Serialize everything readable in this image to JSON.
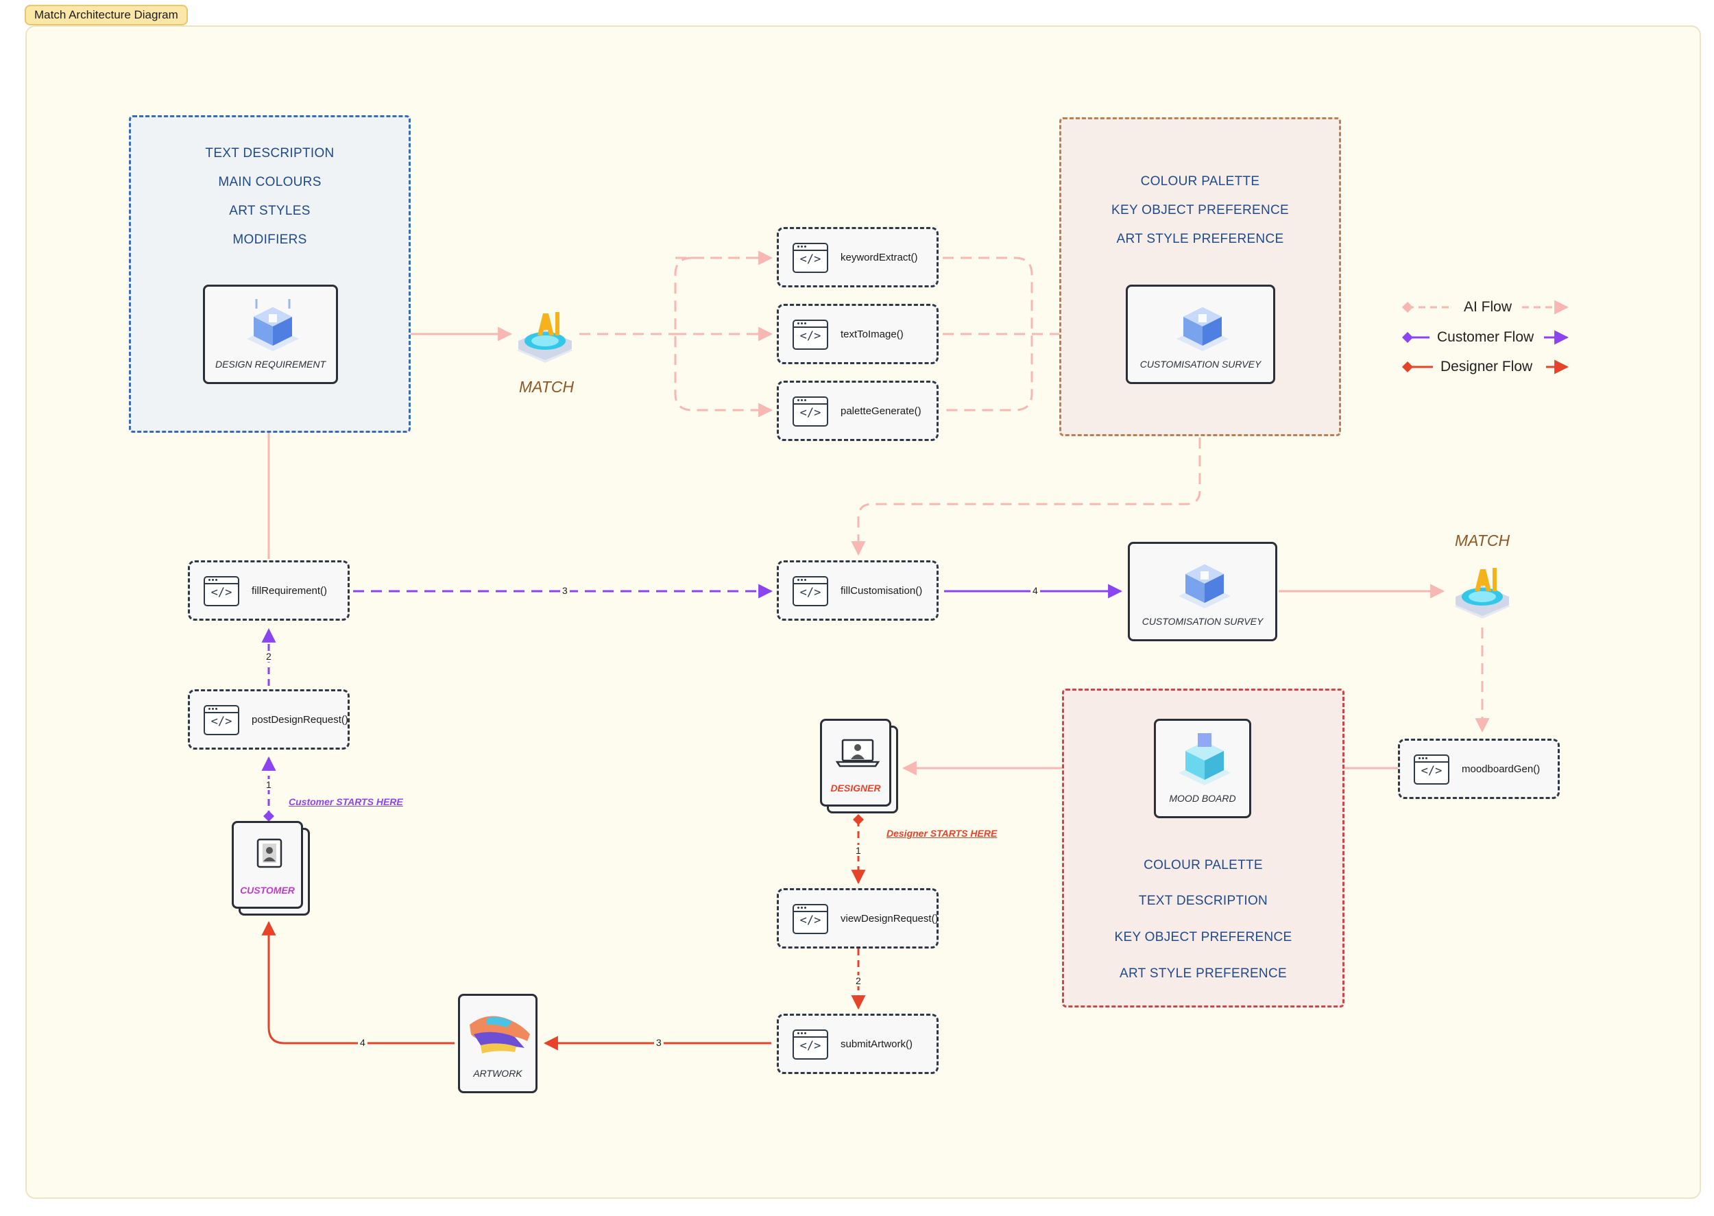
{
  "frame_title": "Match Architecture Diagram",
  "colors": {
    "ai": "#f7b7b2",
    "customer": "#8b45f0",
    "designer": "#e6432b",
    "group_blue": "#3a6cb6",
    "group_brown": "#b98054",
    "group_red": "#c64a4a"
  },
  "design_group": {
    "items": [
      "TEXT DESCRIPTION",
      "MAIN COLOURS",
      "ART STYLES",
      "MODIFIERS"
    ]
  },
  "survey_group": {
    "items": [
      "COLOUR PALETTE",
      "KEY OBJECT PREFERENCE",
      "ART STYLE PREFERENCE"
    ]
  },
  "mood_group": {
    "items": [
      "COLOUR PALETTE",
      "TEXT DESCRIPTION",
      "KEY OBJECT PREFERENCE",
      "ART STYLE PREFERENCE"
    ]
  },
  "cards": {
    "design_requirement": "DESIGN REQUIREMENT",
    "customisation_survey_top": "CUSTOMISATION  SURVEY",
    "customisation_survey_mid": "CUSTOMISATION  SURVEY",
    "mood_board": "MOOD BOARD",
    "artwork": "ARTWORK",
    "customer": "CUSTOMER",
    "designer": "DESIGNER"
  },
  "match_labels": {
    "top": "MATCH",
    "right": "MATCH"
  },
  "functions": {
    "keyword_extract": "keywordExtract()",
    "text_to_image": "textToImage()",
    "palette_generate": "paletteGenerate()",
    "fill_requirement": "fillRequirement()",
    "post_design_request": "postDesignRequest()",
    "fill_customisation": "fillCustomisation()",
    "moodboard_gen": "moodboardGen()",
    "view_design_request": "viewDesignRequest()",
    "submit_artwork": "submitArtwork()"
  },
  "step_labels": {
    "c1": "1",
    "c2": "2",
    "c3": "3",
    "c4": "4",
    "d1": "1",
    "d2": "2",
    "d3": "3",
    "d4": "4"
  },
  "notes": {
    "customer_start": "Customer STARTS HERE",
    "designer_start": "Designer STARTS HERE"
  },
  "legend": {
    "ai": "AI Flow",
    "customer": "Customer Flow",
    "designer": "Designer Flow"
  },
  "icons": {
    "function": "code-window-icon",
    "card_3d": "isometric-box-icon",
    "ai": "ai-badge-icon",
    "customer": "user-id-icon",
    "designer": "laptop-user-icon",
    "artwork": "paint-brush-icon"
  }
}
